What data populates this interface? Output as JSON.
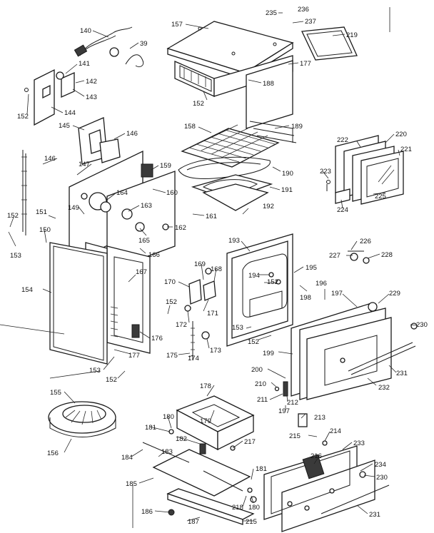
{
  "callouts": [
    {
      "id": "l140",
      "text": "140"
    },
    {
      "id": "l39",
      "text": "39"
    },
    {
      "id": "l141",
      "text": "141"
    },
    {
      "id": "l142",
      "text": "142"
    },
    {
      "id": "l143",
      "text": "143"
    },
    {
      "id": "l152a",
      "text": "152"
    },
    {
      "id": "l144",
      "text": "144"
    },
    {
      "id": "l157",
      "text": "157"
    },
    {
      "id": "l235",
      "text": "235"
    },
    {
      "id": "l236",
      "text": "236"
    },
    {
      "id": "l237",
      "text": "237"
    },
    {
      "id": "l219",
      "text": "219"
    },
    {
      "id": "l177a",
      "text": "177"
    },
    {
      "id": "l188",
      "text": "188"
    },
    {
      "id": "l152b",
      "text": "152"
    },
    {
      "id": "l145",
      "text": "145"
    },
    {
      "id": "l146a",
      "text": "146"
    },
    {
      "id": "l158",
      "text": "158"
    },
    {
      "id": "l189",
      "text": "189"
    },
    {
      "id": "l222",
      "text": "222"
    },
    {
      "id": "l220",
      "text": "220"
    },
    {
      "id": "l221",
      "text": "221"
    },
    {
      "id": "l146b",
      "text": "146"
    },
    {
      "id": "l147",
      "text": "147"
    },
    {
      "id": "l159",
      "text": "159"
    },
    {
      "id": "l190",
      "text": "190"
    },
    {
      "id": "l223",
      "text": "223"
    },
    {
      "id": "l191",
      "text": "191"
    },
    {
      "id": "l225",
      "text": "225"
    },
    {
      "id": "l149",
      "text": "149"
    },
    {
      "id": "l164",
      "text": "164"
    },
    {
      "id": "l160",
      "text": "160"
    },
    {
      "id": "l163",
      "text": "163"
    },
    {
      "id": "l192",
      "text": "192"
    },
    {
      "id": "l224",
      "text": "224"
    },
    {
      "id": "l152c",
      "text": "152"
    },
    {
      "id": "l151",
      "text": "151"
    },
    {
      "id": "l161",
      "text": "161"
    },
    {
      "id": "l162",
      "text": "162"
    },
    {
      "id": "l150",
      "text": "150"
    },
    {
      "id": "l165",
      "text": "165"
    },
    {
      "id": "l193",
      "text": "193"
    },
    {
      "id": "l226",
      "text": "226"
    },
    {
      "id": "l153a",
      "text": "153"
    },
    {
      "id": "l166",
      "text": "166"
    },
    {
      "id": "l227",
      "text": "227"
    },
    {
      "id": "l228",
      "text": "228"
    },
    {
      "id": "l169",
      "text": "169"
    },
    {
      "id": "l168",
      "text": "168"
    },
    {
      "id": "l194",
      "text": "194"
    },
    {
      "id": "l195",
      "text": "195"
    },
    {
      "id": "l167",
      "text": "167"
    },
    {
      "id": "l170",
      "text": "170"
    },
    {
      "id": "l152d",
      "text": "152"
    },
    {
      "id": "l198",
      "text": "198"
    },
    {
      "id": "l196",
      "text": "196"
    },
    {
      "id": "l154",
      "text": "154"
    },
    {
      "id": "l197a",
      "text": "197"
    },
    {
      "id": "l229",
      "text": "229"
    },
    {
      "id": "l171",
      "text": "171"
    },
    {
      "id": "l152e",
      "text": "152"
    },
    {
      "id": "l172",
      "text": "172"
    },
    {
      "id": "l153b",
      "text": "153"
    },
    {
      "id": "l230a",
      "text": "230"
    },
    {
      "id": "l176",
      "text": "176"
    },
    {
      "id": "l152f",
      "text": "152"
    },
    {
      "id": "l173",
      "text": "173"
    },
    {
      "id": "l177b",
      "text": "177"
    },
    {
      "id": "l175",
      "text": "175"
    },
    {
      "id": "l174",
      "text": "174"
    },
    {
      "id": "l199",
      "text": "199"
    },
    {
      "id": "l231a",
      "text": "231"
    },
    {
      "id": "l153c",
      "text": "153"
    },
    {
      "id": "l152g",
      "text": "152"
    },
    {
      "id": "l200",
      "text": "200"
    },
    {
      "id": "l210",
      "text": "210"
    },
    {
      "id": "l232",
      "text": "232"
    },
    {
      "id": "l155",
      "text": "155"
    },
    {
      "id": "l178",
      "text": "178"
    },
    {
      "id": "l211",
      "text": "211"
    },
    {
      "id": "l212",
      "text": "212"
    },
    {
      "id": "l197b",
      "text": "197"
    },
    {
      "id": "l179",
      "text": "179"
    },
    {
      "id": "l180a",
      "text": "180"
    },
    {
      "id": "l213",
      "text": "213"
    },
    {
      "id": "l181a",
      "text": "181"
    },
    {
      "id": "l215a",
      "text": "215"
    },
    {
      "id": "l214",
      "text": "214"
    },
    {
      "id": "l182",
      "text": "182"
    },
    {
      "id": "l156",
      "text": "156"
    },
    {
      "id": "l217",
      "text": "217"
    },
    {
      "id": "l233",
      "text": "233"
    },
    {
      "id": "l183",
      "text": "183"
    },
    {
      "id": "l184",
      "text": "184"
    },
    {
      "id": "l216",
      "text": "216"
    },
    {
      "id": "l234",
      "text": "234"
    },
    {
      "id": "l181b",
      "text": "181"
    },
    {
      "id": "l230b",
      "text": "230"
    },
    {
      "id": "l185",
      "text": "185"
    },
    {
      "id": "l218",
      "text": "218"
    },
    {
      "id": "l180b",
      "text": "180"
    },
    {
      "id": "l231b",
      "text": "231"
    },
    {
      "id": "l186",
      "text": "186"
    },
    {
      "id": "l187",
      "text": "187"
    },
    {
      "id": "l215b",
      "text": "215"
    }
  ]
}
